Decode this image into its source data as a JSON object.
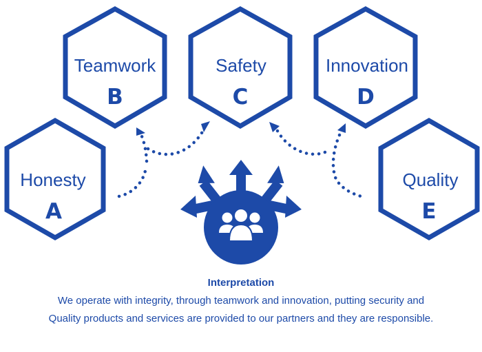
{
  "colors": {
    "primary": "#1d4aa8",
    "background": "#ffffff"
  },
  "hexagons": [
    {
      "id": "a",
      "word": "Honesty",
      "letter": "A"
    },
    {
      "id": "b",
      "word": "Teamwork",
      "letter": "B"
    },
    {
      "id": "c",
      "word": "Safety",
      "letter": "C"
    },
    {
      "id": "d",
      "word": "Innovation",
      "letter": "D"
    },
    {
      "id": "e",
      "word": "Quality",
      "letter": "E"
    }
  ],
  "center_icon": "team-people-icon",
  "caption": {
    "title": "Interpretation",
    "line1": "We operate with integrity, through teamwork and innovation, putting security and",
    "line2": "Quality products and services are provided to our partners and they are responsible."
  }
}
